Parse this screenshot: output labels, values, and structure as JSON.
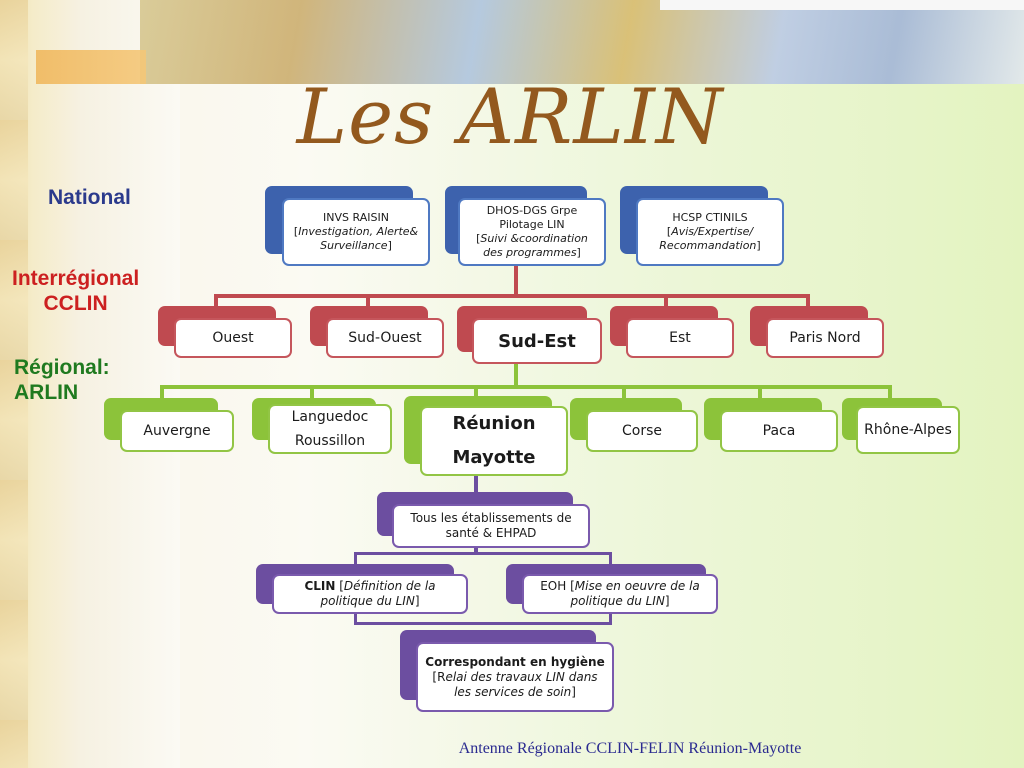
{
  "slide": {
    "title": "Les ARLIN",
    "footer": "Antenne Régionale CCLIN-FELIN Réunion-Mayotte"
  },
  "levels": {
    "national": "National",
    "interregional_1": "Interrégional",
    "interregional_2": "CCLIN",
    "regional_1": "Régional:",
    "regional_2": "ARLIN"
  },
  "national_boxes": [
    {
      "head": "INVS RAISIN",
      "detail_1": "[",
      "detail_2": "Investigation, Alerte& Surveillance",
      "detail_3": "]"
    },
    {
      "head": "DHOS-DGS Grpe Pilotage LIN",
      "detail_1": "[",
      "detail_2": "Suivi &coordination des programmes",
      "detail_3": "]"
    },
    {
      "head": "HCSP CTINILS",
      "detail_1": "[",
      "detail_2": "Avis/Expertise/ Recommandation",
      "detail_3": "]"
    }
  ],
  "interregional_boxes": [
    "Ouest",
    "Sud-Ouest",
    "Sud-Est",
    "Est",
    "Paris Nord"
  ],
  "regional_boxes": [
    "Auvergne",
    "Languedoc Roussillon",
    "Réunion Mayotte",
    "Corse",
    "Paca",
    "Rhône-Alpes"
  ],
  "local_boxes": {
    "etablissements": "Tous les établissements de santé & EHPAD",
    "clin_head": "CLIN",
    "clin_detail_1": "[",
    "clin_detail_2": "Définition de la politique du LIN",
    "clin_detail_3": "]",
    "eoh_head": "EOH",
    "eoh_detail_1": "[",
    "eoh_detail_2": "Mise en oeuvre de la politique du LIN",
    "eoh_detail_3": "]",
    "correspondant_head": "Correspondant en hygiène",
    "correspondant_detail_1": "[R",
    "correspondant_detail_2": "elai des travaux LIN dans les services de soin",
    "correspondant_detail_3": "]"
  },
  "colors": {
    "national": "#3d62ad",
    "interregional": "#bf4a50",
    "regional": "#8cc33a",
    "local": "#6c4ea0",
    "title": "#93591e"
  }
}
